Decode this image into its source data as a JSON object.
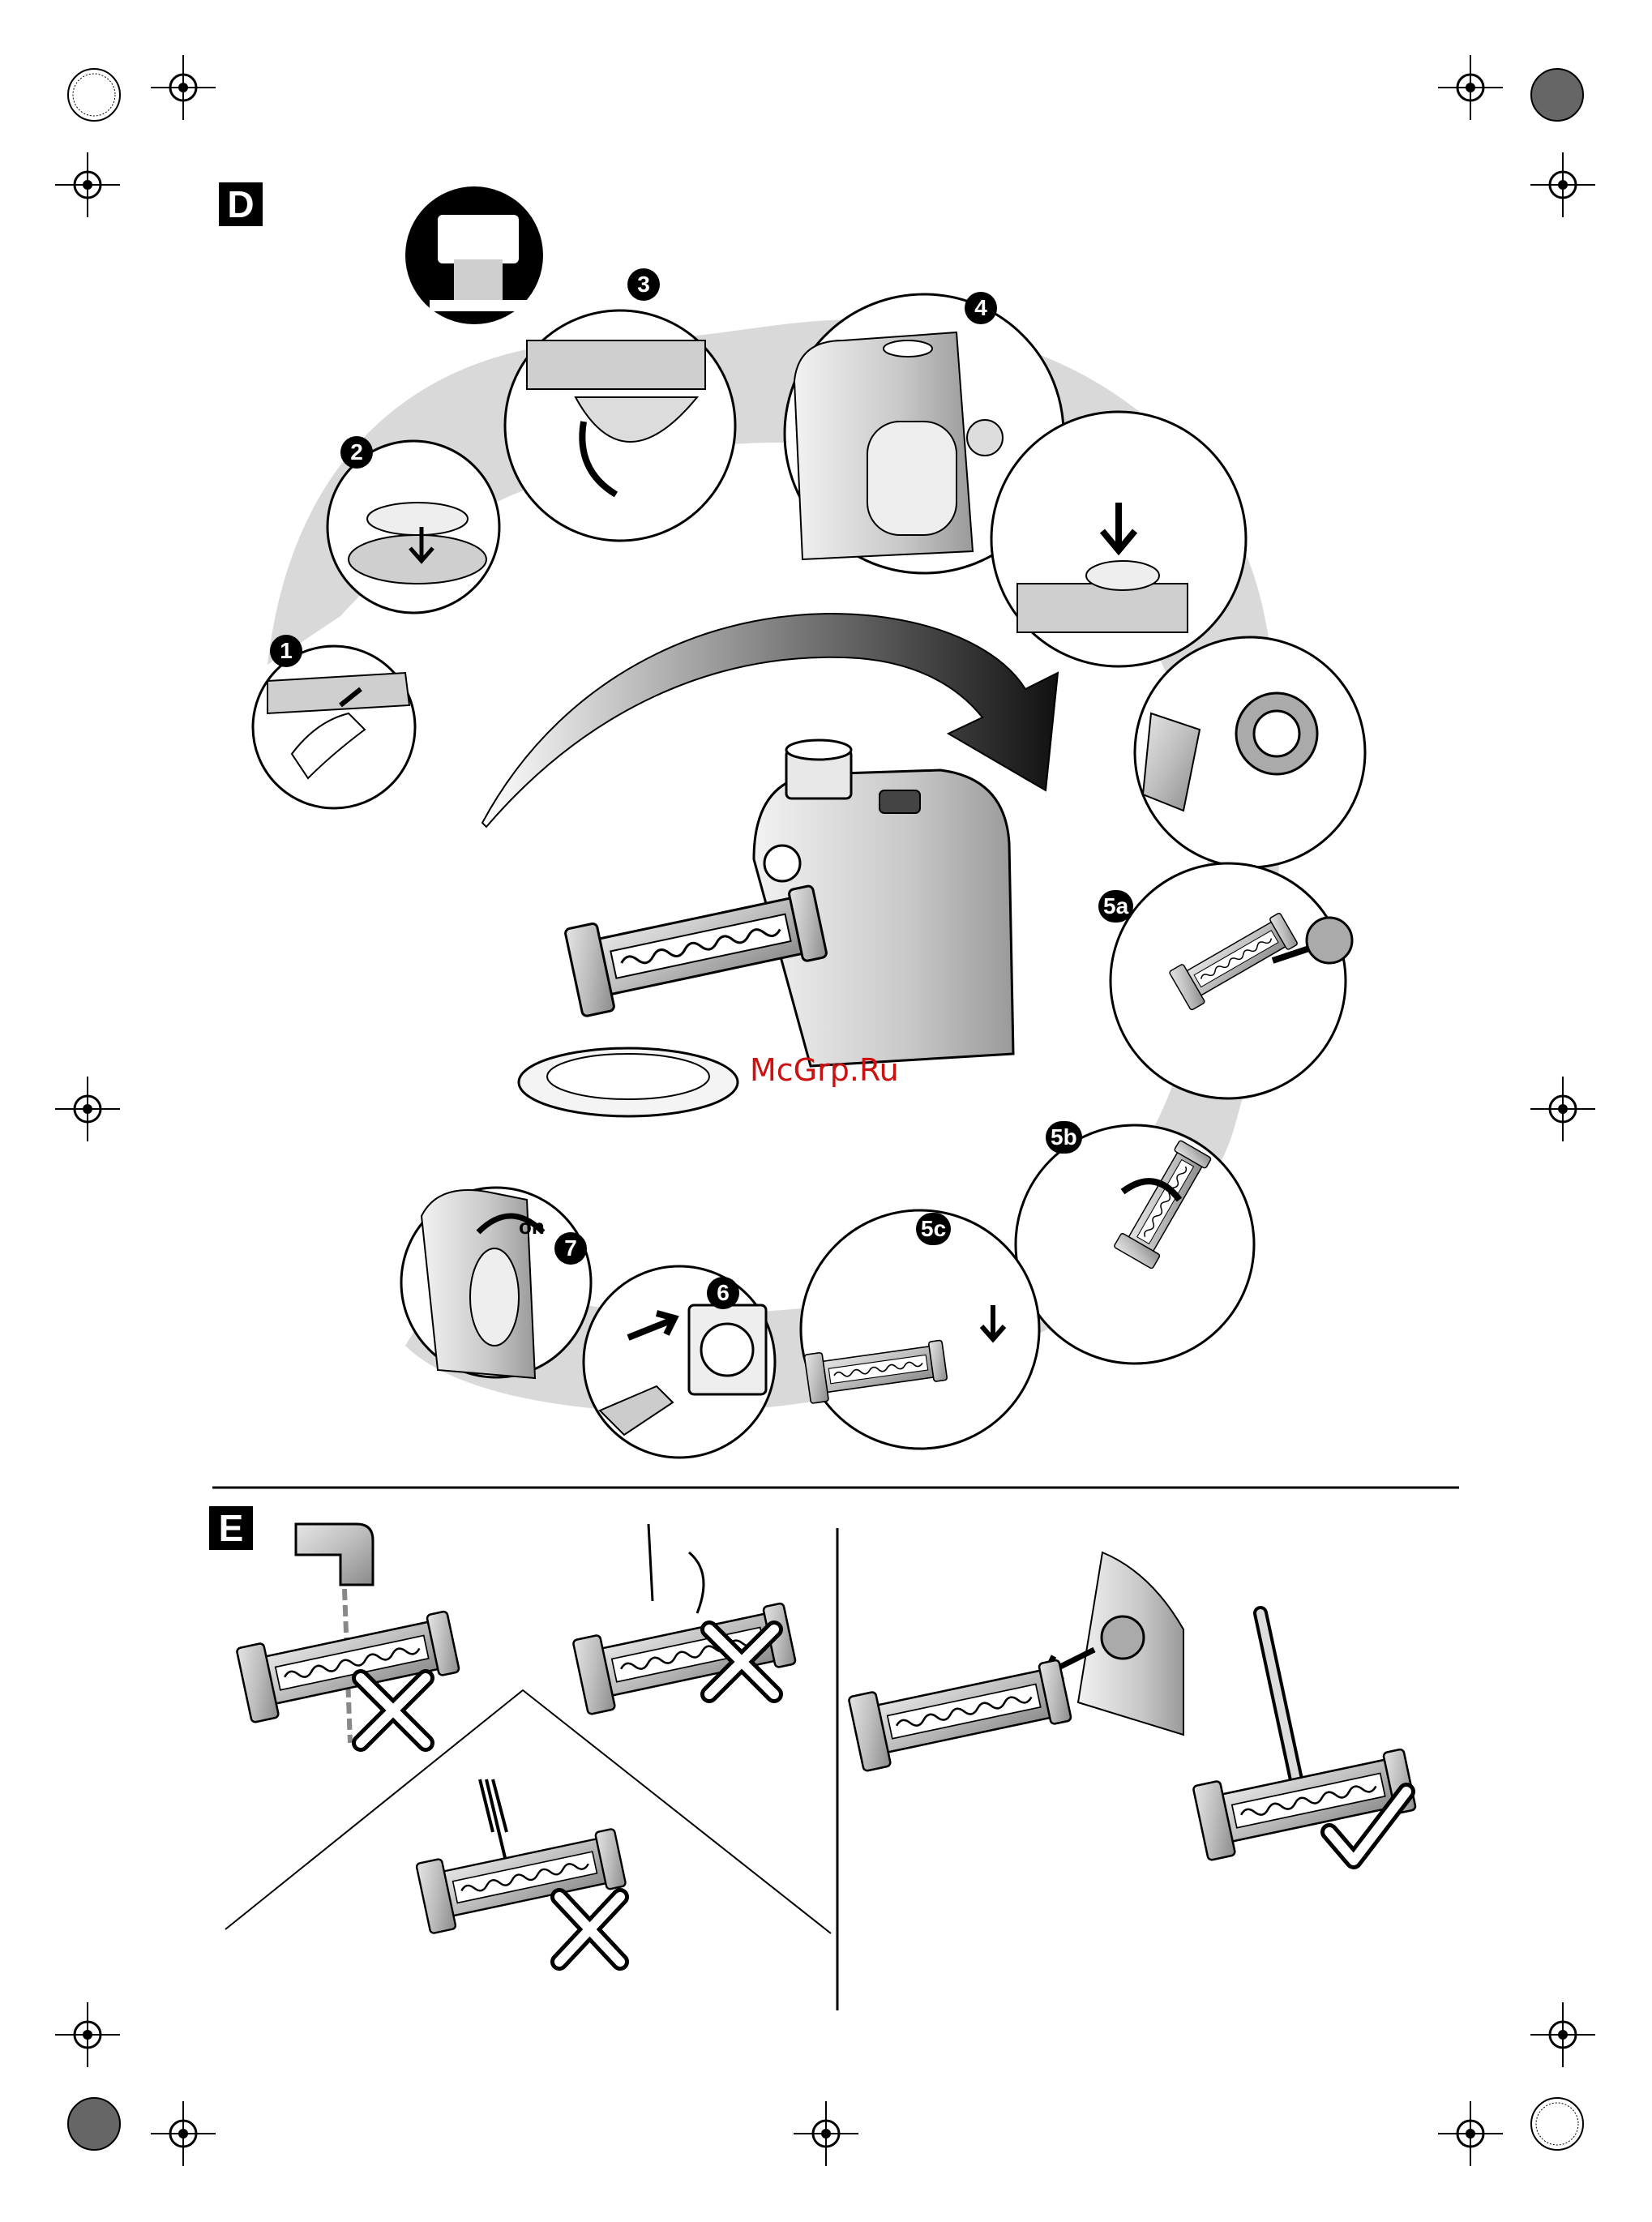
{
  "sections": {
    "d_label": "D",
    "e_label": "E"
  },
  "steps": {
    "s1": "1",
    "s2": "2",
    "s3": "3",
    "s4": "4",
    "s5a": "5a",
    "s5b": "5b",
    "s5c": "5c",
    "s6": "6",
    "s7": "7"
  },
  "switch_label": "on",
  "watermark": "McGrp.Ru",
  "colors": {
    "ink": "#000000",
    "metal": "#bdbdbd",
    "metal_dark": "#8a8a8a",
    "shade": "#d9d9d9",
    "watermark": "#cc1111"
  }
}
